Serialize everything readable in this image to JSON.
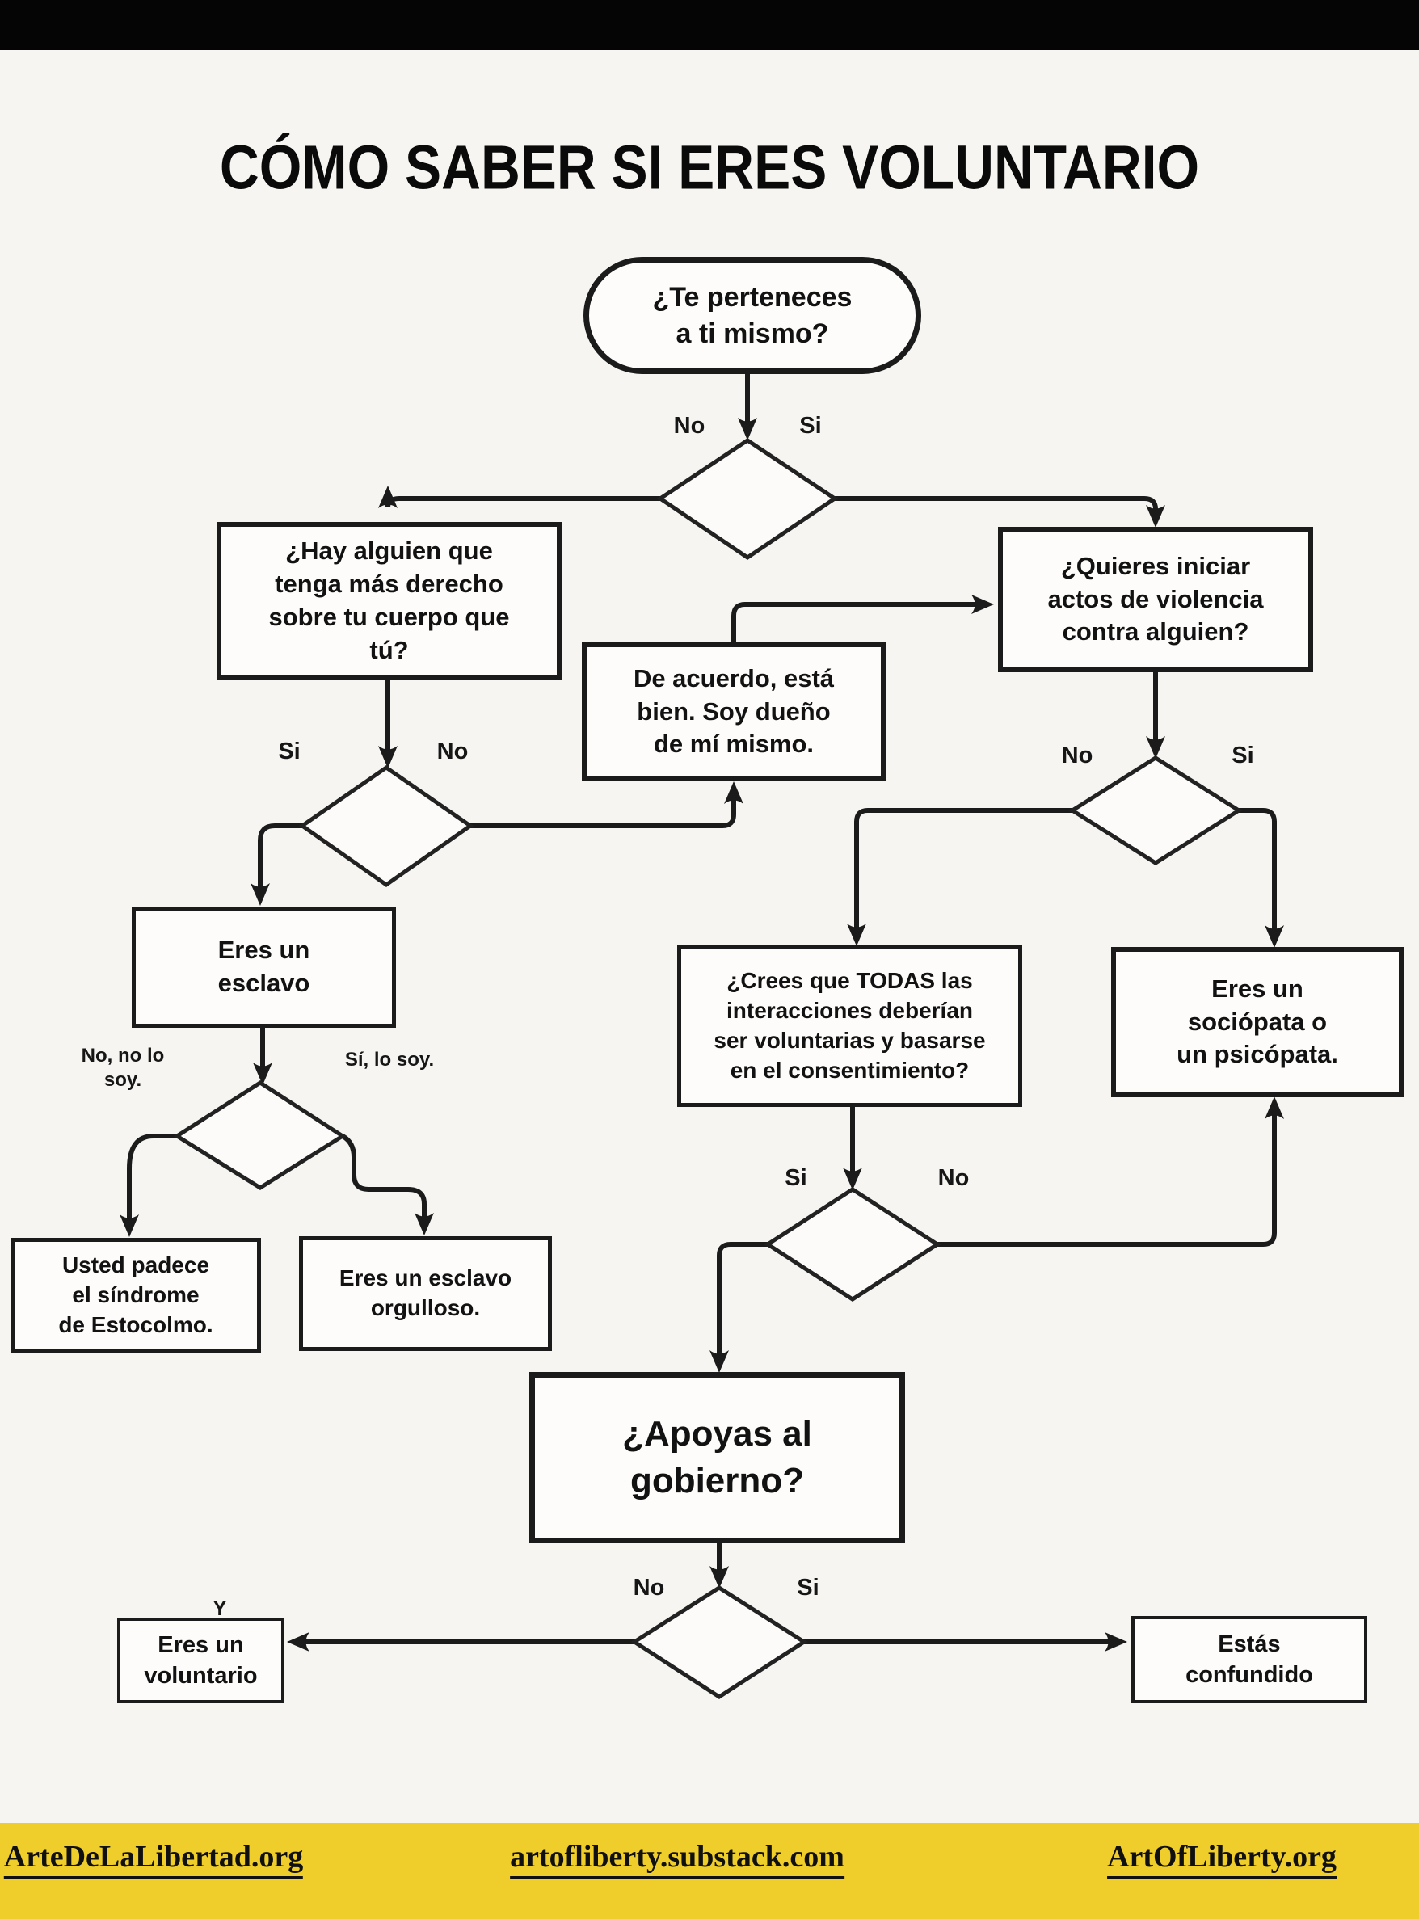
{
  "title": "CÓMO SABER SI ERES VOLUNTARIO",
  "nodes": {
    "start": "¿Te perteneces\na ti mismo?",
    "hay_alguien": "¿Hay alguien que\ntenga más derecho\nsobre tu cuerpo que\ntú?",
    "quieres_iniciar": "¿Quieres iniciar\nactos de violencia\ncontra alguien?",
    "de_acuerdo": "De acuerdo, está\nbien. Soy dueño\nde mí mismo.",
    "eres_esclavo": "Eres un\nesclavo",
    "sindrome_estocolmo": "Usted padece\nel síndrome\nde Estocolmo.",
    "esclavo_orgulloso": "Eres un esclavo\norgulloso.",
    "crees_todas": "¿Crees que TODAS las\ninteracciones deberían\nser voluntarias y basarse\nen el consentimiento?",
    "sociopata": "Eres un\nsociópata o\nun psicópata.",
    "apoyas_gobierno": "¿Apoyas al\ngobierno?",
    "voluntario": "Eres un\nvoluntario",
    "confundido": "Estás\nconfundido"
  },
  "labels": {
    "d1_no": "No",
    "d1_si": "Si",
    "d2_si": "Si",
    "d2_no": "No",
    "d3_no": "No, no lo\nsoy.",
    "d3_si": "Sí, lo soy.",
    "d4_no": "No",
    "d4_si": "Si",
    "d5_si": "Si",
    "d5_no": "No",
    "d6_no": "No",
    "d6_si": "Si",
    "y_mark": "Y"
  },
  "footer": {
    "links": [
      "ArteDeLaLibertad.org",
      "artofliberty.substack.com",
      "ArtOfLiberty.org"
    ]
  },
  "colors": {
    "ink": "#1b1b1b",
    "paper": "#f6f5f2",
    "accent_yellow": "#EFCD2B"
  }
}
